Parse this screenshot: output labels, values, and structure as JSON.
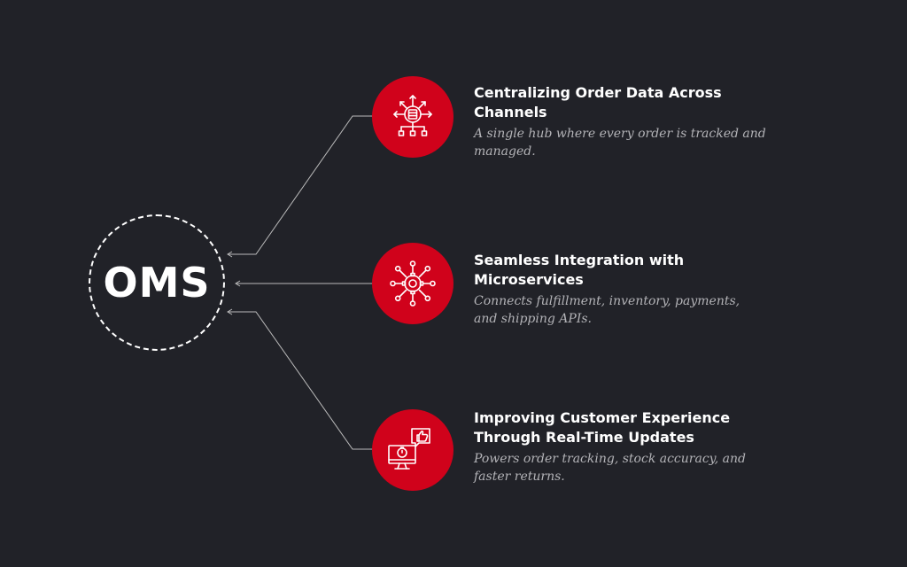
{
  "hub": {
    "label": "OMS"
  },
  "colors": {
    "background": "#212228",
    "accent": "#d0021b",
    "title": "#ffffff",
    "description": "#b3b3b7",
    "connector": "#bbbbbb"
  },
  "nodes": [
    {
      "icon": "hub-network-icon",
      "title": "Centralizing Order Data Across Channels",
      "description": "A single hub where every order is tracked and managed."
    },
    {
      "icon": "gear-network-icon",
      "title": "Seamless Integration with Microservices",
      "description": "Connects fulfillment, inventory, payments, and shipping APIs."
    },
    {
      "icon": "monitor-thumbs-up-icon",
      "title": "Improving Customer Experience Through Real-Time Updates",
      "description": "Powers order tracking, stock accuracy, and faster returns."
    }
  ]
}
